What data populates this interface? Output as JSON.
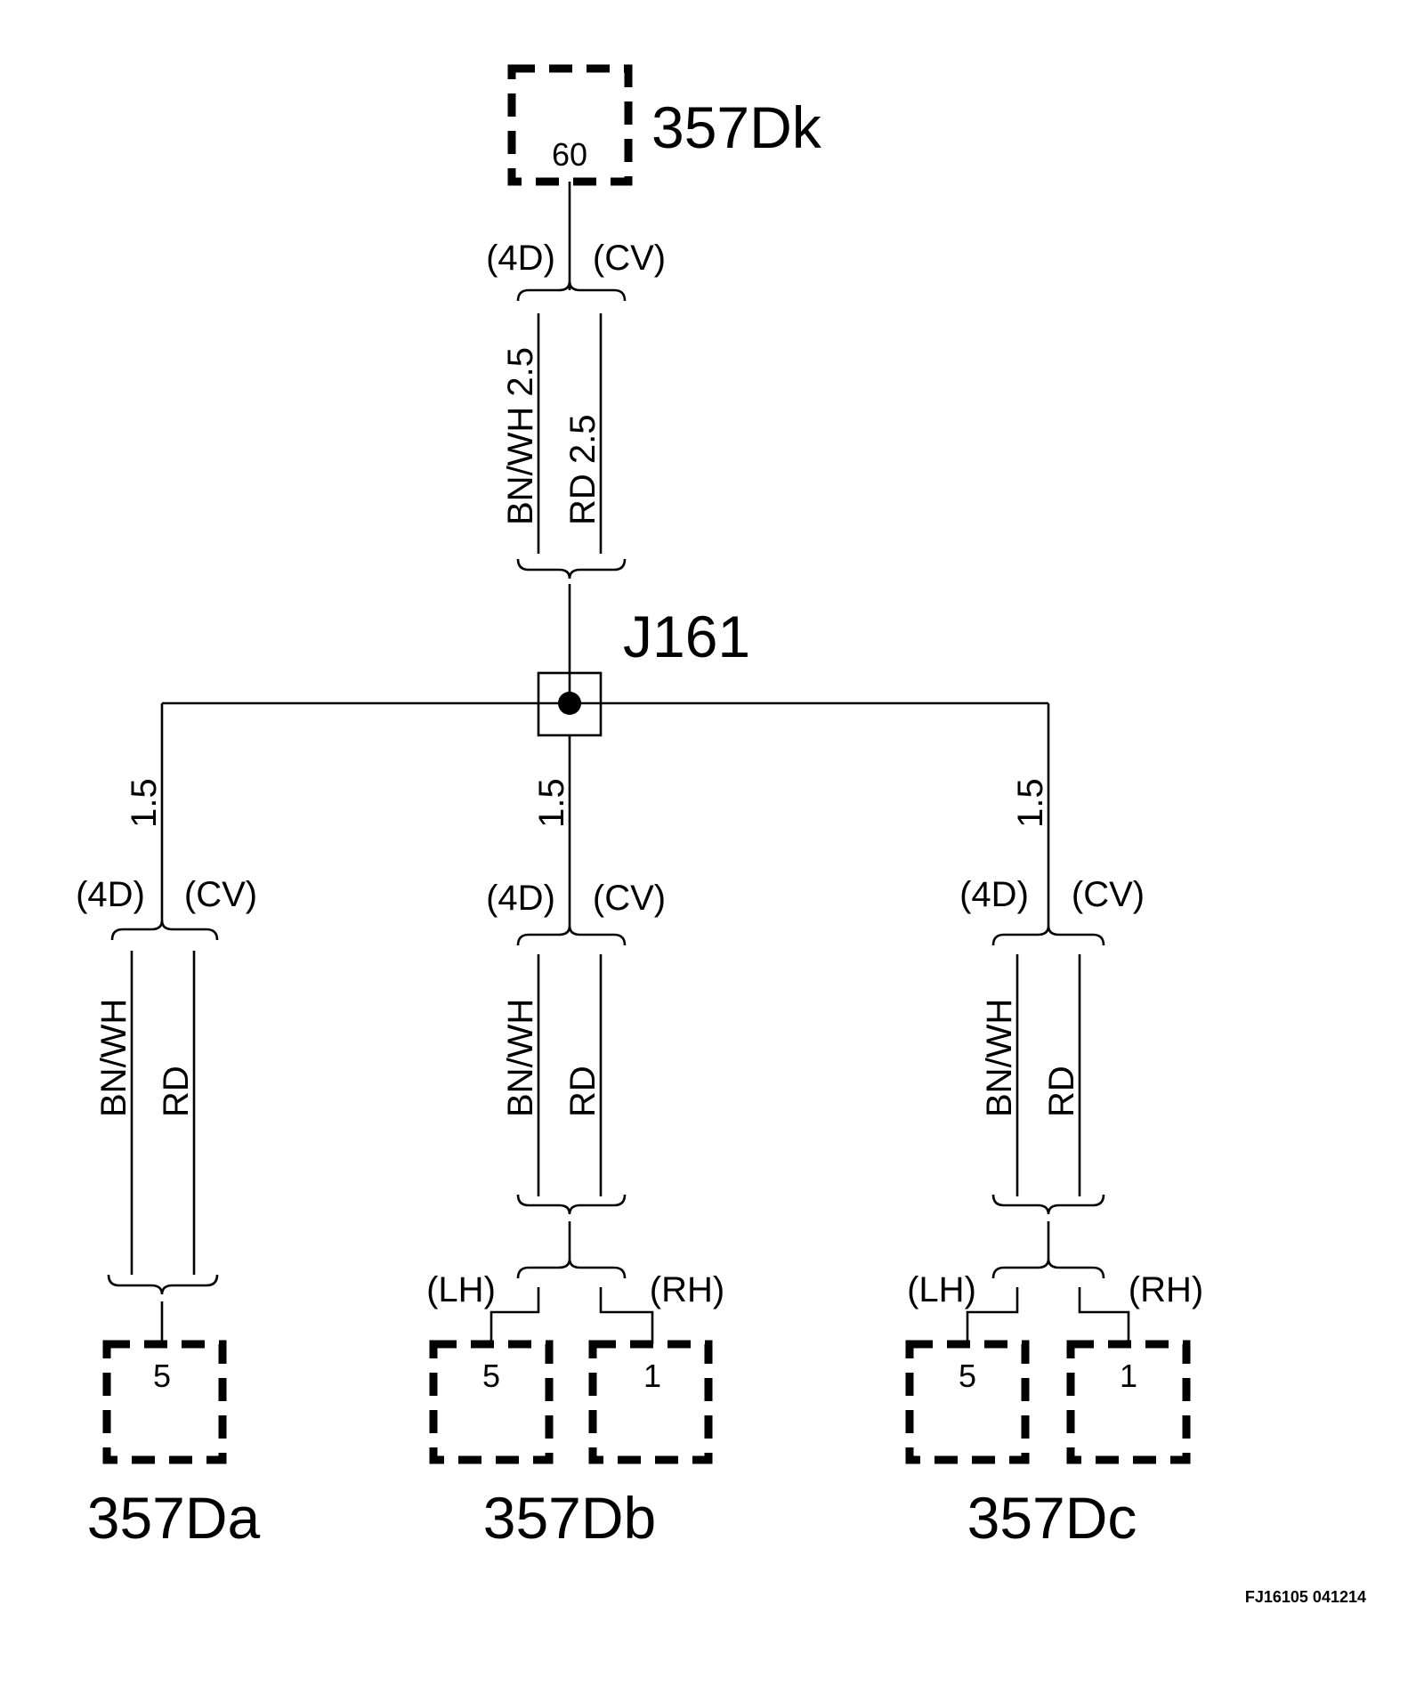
{
  "connectors": {
    "top": {
      "name": "357Dk",
      "pin": "60"
    },
    "a": {
      "name": "357Da",
      "pin": "5"
    },
    "b": {
      "name": "357Db",
      "pin_lh": "5",
      "pin_rh": "1"
    },
    "c": {
      "name": "357Dc",
      "pin_lh": "5",
      "pin_rh": "1"
    }
  },
  "splice": {
    "name": "J161"
  },
  "variants": {
    "left": "(4D)",
    "right": "(CV)",
    "lh": "(LH)",
    "rh": "(RH)"
  },
  "wires": {
    "trunk_left": "BN/WH  2.5",
    "trunk_right": "RD  2.5",
    "branch_size": "1.5",
    "branch_left": "BN/WH",
    "branch_right": "RD"
  },
  "figure_id": "FJ16105 041214"
}
